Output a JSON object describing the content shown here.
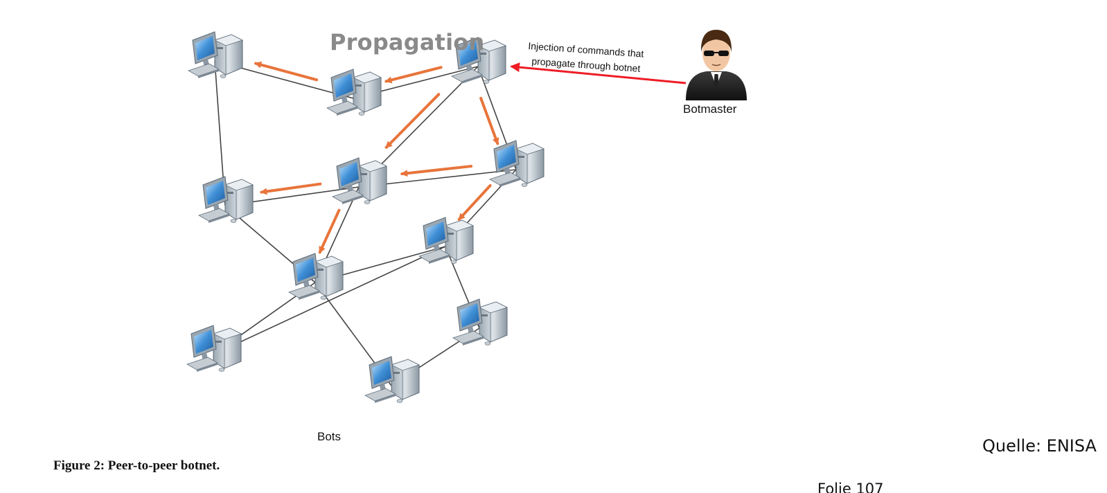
{
  "labels": {
    "propagation": "Propagation",
    "injection_line1": "Injection of commands that",
    "injection_line2": "propagate through botnet",
    "botmaster": "Botmaster",
    "bots": "Bots",
    "caption": "Figure 2: Peer-to-peer botnet.",
    "source": "Quelle: ENISA",
    "slide_number": "Folie 107"
  },
  "colors": {
    "propagation_arrow": "#e8743b",
    "command_arrow": "#ee1c25",
    "network_link": "#444444",
    "propagation_text": "#8a8a8a"
  },
  "icons": {
    "bot": "computer-icon",
    "botmaster": "hacker-person-icon"
  },
  "nodes": [
    {
      "id": "bot-a"
    },
    {
      "id": "bot-b"
    },
    {
      "id": "bot-c"
    },
    {
      "id": "bot-d"
    },
    {
      "id": "bot-e"
    },
    {
      "id": "bot-f"
    },
    {
      "id": "bot-g"
    },
    {
      "id": "bot-h"
    },
    {
      "id": "bot-i"
    },
    {
      "id": "bot-j"
    },
    {
      "id": "bot-k"
    }
  ],
  "links": [
    [
      "bot-a",
      "bot-b"
    ],
    [
      "bot-b",
      "bot-c"
    ],
    [
      "bot-a",
      "bot-e"
    ],
    [
      "bot-c",
      "bot-d"
    ],
    [
      "bot-c",
      "bot-f"
    ],
    [
      "bot-d",
      "bot-e"
    ],
    [
      "bot-d",
      "bot-f"
    ],
    [
      "bot-d",
      "bot-h"
    ],
    [
      "bot-e",
      "bot-h"
    ],
    [
      "bot-f",
      "bot-g"
    ],
    [
      "bot-g",
      "bot-h"
    ],
    [
      "bot-g",
      "bot-j"
    ],
    [
      "bot-h",
      "bot-i"
    ],
    [
      "bot-h",
      "bot-k"
    ],
    [
      "bot-j",
      "bot-k"
    ],
    [
      "bot-g",
      "bot-i"
    ]
  ],
  "propagation_arrows": [
    [
      "bot-b",
      "bot-a"
    ],
    [
      "bot-c",
      "bot-b"
    ],
    [
      "bot-c",
      "bot-d"
    ],
    [
      "bot-c",
      "bot-f"
    ],
    [
      "bot-d",
      "bot-e"
    ],
    [
      "bot-f",
      "bot-d"
    ],
    [
      "bot-d",
      "bot-h"
    ],
    [
      "bot-f",
      "bot-g"
    ]
  ]
}
